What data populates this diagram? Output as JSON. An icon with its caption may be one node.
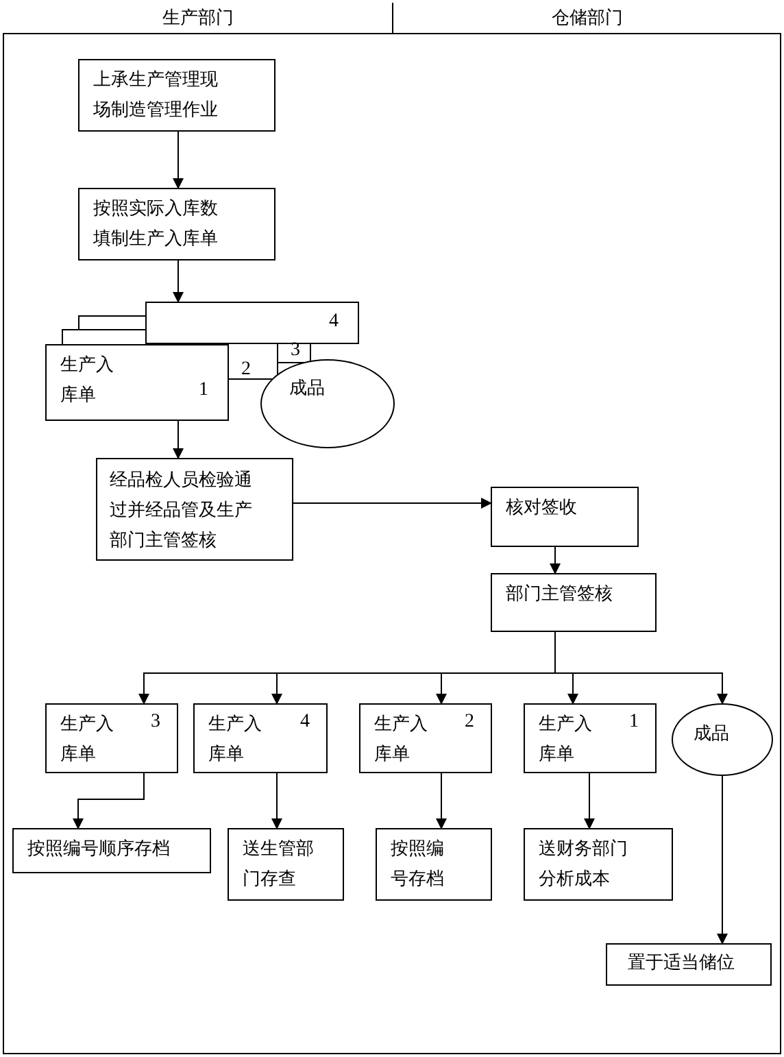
{
  "diagram": {
    "nodes": [
      {
        "text": [
          "生产部门"
        ]
      },
      {
        "text": [
          "仓储部门"
        ]
      },
      {
        "text": [
          "上承生产管理现场制造管理作业"
        ]
      },
      {
        "text": [
          "按照实际入库数填制生产入库单"
        ]
      },
      {
        "text": [
          "4"
        ]
      },
      {
        "text": [
          "3"
        ]
      },
      {
        "text": [
          "2"
        ]
      },
      {
        "text": [
          "生产入库单",
          "1"
        ]
      },
      {
        "text": [
          "成品"
        ]
      },
      {
        "text": [
          "经品检人员检验通过并经品管及生产部门主管签核"
        ]
      },
      {
        "text": [
          "核对签收"
        ]
      },
      {
        "text": [
          "部门主管签核"
        ]
      },
      {
        "text": [
          "生产入库单",
          "3"
        ]
      },
      {
        "text": [
          "生产入库单",
          "4"
        ]
      },
      {
        "text": [
          "生产入库单",
          "2"
        ]
      },
      {
        "text": [
          "生产入库单",
          "1"
        ]
      },
      {
        "text": [
          "成品"
        ]
      },
      {
        "text": [
          "按照编号顺序存档"
        ]
      },
      {
        "text": [
          "送生管部门存查"
        ]
      },
      {
        "text": [
          "按照编号存档"
        ]
      },
      {
        "text": [
          "送财务部门分析成本"
        ]
      },
      {
        "text": [
          "置于适当储位"
        ]
      }
    ],
    "edges": [
      {
        "from": 2,
        "to": 3,
        "arrow": "to"
      },
      {
        "from": 3,
        "to": 4,
        "arrow": "to"
      },
      {
        "from": 7,
        "to": 9,
        "arrow": "to"
      },
      {
        "from": 9,
        "to": 10,
        "arrow": "to"
      },
      {
        "from": 10,
        "to": 11,
        "arrow": "to"
      },
      {
        "from": 11,
        "to": 12,
        "arrow": "to"
      },
      {
        "from": 11,
        "to": 13,
        "arrow": "to"
      },
      {
        "from": 11,
        "to": 14,
        "arrow": "to"
      },
      {
        "from": 11,
        "to": 15,
        "arrow": "to"
      },
      {
        "from": 11,
        "to": 16,
        "arrow": "to"
      },
      {
        "from": 12,
        "to": 17,
        "arrow": "to"
      },
      {
        "from": 13,
        "to": 18,
        "arrow": "to"
      },
      {
        "from": 14,
        "to": 19,
        "arrow": "to"
      },
      {
        "from": 15,
        "to": 20,
        "arrow": "to"
      },
      {
        "from": 16,
        "to": 21,
        "arrow": "to"
      }
    ]
  }
}
